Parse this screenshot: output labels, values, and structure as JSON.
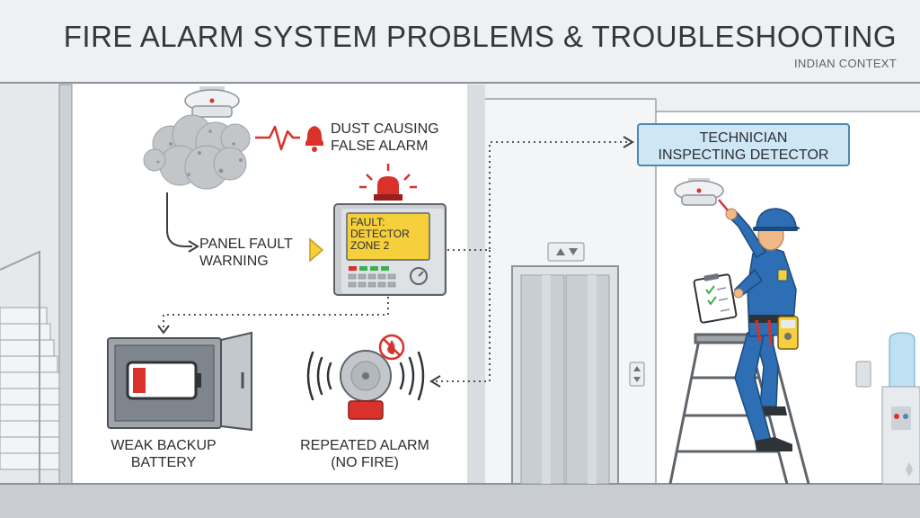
{
  "header": {
    "title": "FIRE ALARM SYSTEM PROBLEMS & TROUBLESHOOTING",
    "subtitle": "INDIAN CONTEXT"
  },
  "labels": {
    "dust": "DUST CAUSING\nFALSE ALARM",
    "panel_fault": "PANEL FAULT\nWARNING",
    "panel_screen": "FAULT:\nDETECTOR\nZONE 2",
    "battery": "WEAK BACKUP\nBATTERY",
    "alarm": "REPEATED ALARM\n(NO FIRE)",
    "technician": "TECHNICIAN\nINSPECTING DETECTOR"
  },
  "colors": {
    "alert_red": "#d9322b",
    "screen_yellow": "#f5cf3c",
    "uniform_blue": "#2d6eb4",
    "callout_blue": "#cfe6f5"
  },
  "icons": [
    "smoke-detector-icon",
    "heartbeat-icon",
    "bell-icon",
    "warning-triangle-icon",
    "red-beacon-icon",
    "battery-low-icon",
    "alarm-bell-icon",
    "no-fire-icon",
    "elevator-arrows-icon",
    "water-dispenser-icon",
    "clipboard-icon",
    "multimeter-icon",
    "ladder-icon"
  ]
}
